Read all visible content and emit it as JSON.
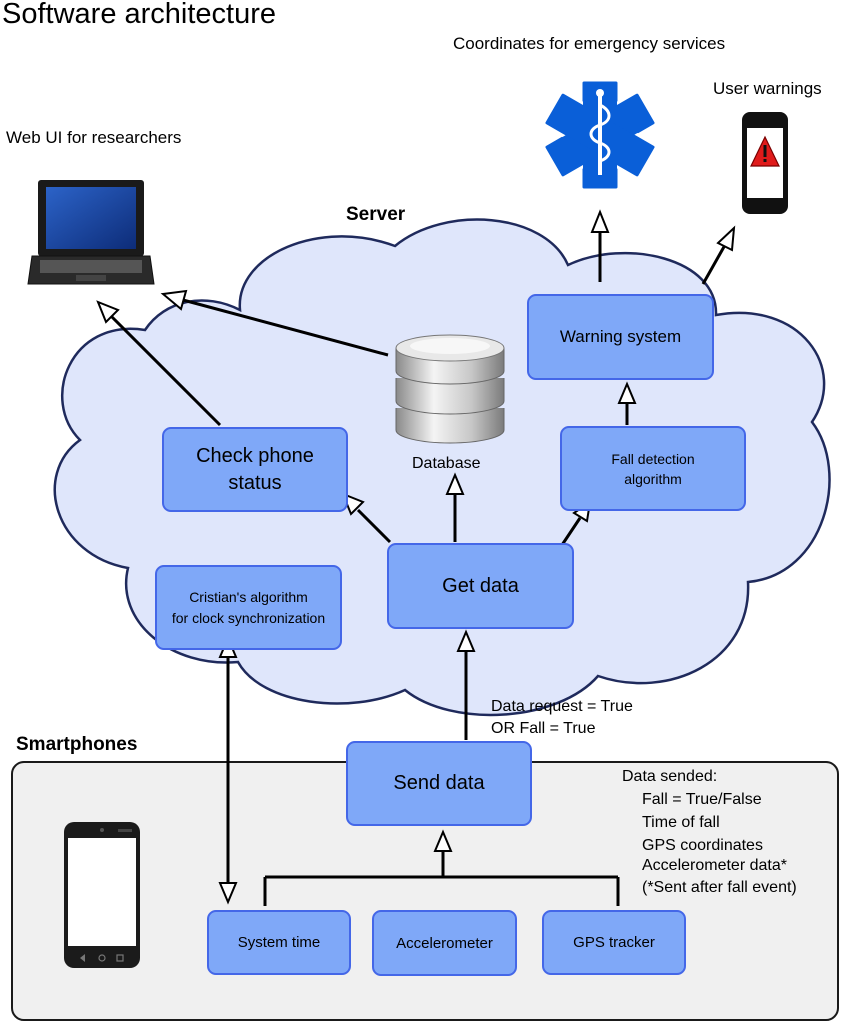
{
  "title": "Software architecture",
  "labels": {
    "web_ui": "Web UI for researchers",
    "emergency": "Coordinates for emergency services",
    "user_warnings": "User warnings",
    "server": "Server",
    "database": "Database",
    "smartphones": "Smartphones"
  },
  "boxes": {
    "warning_system": "Warning system",
    "fall_detection_1": "Fall detection",
    "fall_detection_2": "algorithm",
    "check_phone_1": "Check phone",
    "check_phone_2": "status",
    "get_data": "Get data",
    "cristian_1": "Cristian's algorithm",
    "cristian_2": "for clock synchronization",
    "send_data": "Send data",
    "system_time": "System time",
    "accelerometer": "Accelerometer",
    "gps_tracker": "GPS tracker"
  },
  "condition": {
    "line1": "Data request = True",
    "line2": "OR Fall = True"
  },
  "data_sended": {
    "heading": "Data sended:",
    "items": [
      "Fall = True/False",
      "Time of fall",
      "GPS coordinates",
      "Accelerometer data*",
      "(*Sent after fall event)"
    ]
  },
  "colors": {
    "box_fill": "#7fa8f8",
    "box_border": "#4467e8",
    "cloud_fill": "#dfe6fb",
    "cloud_stroke": "#1f2a5c",
    "smartphones_panel": "#f0f0f0",
    "star_of_life": "#0a5fd8",
    "warning_red": "#e01b1b"
  },
  "icons": [
    "laptop-icon",
    "star-of-life-icon",
    "warning-phone-icon",
    "database-icon",
    "smartphone-icon"
  ]
}
